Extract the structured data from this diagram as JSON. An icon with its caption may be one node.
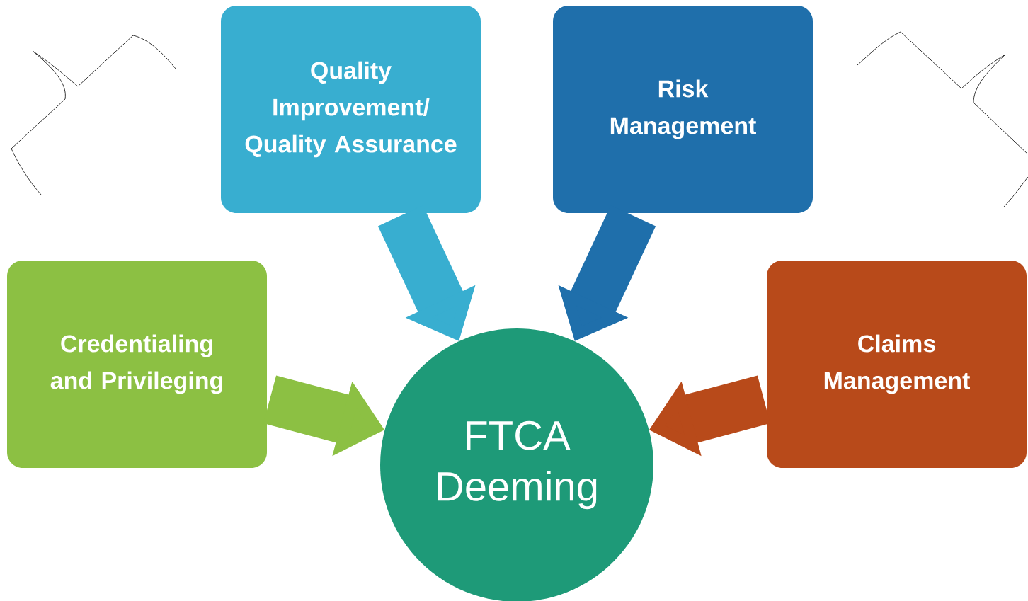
{
  "diagram": {
    "nodes": [
      {
        "text": [
          "Quality Improvement/ Quality Assurance"
        ]
      },
      {
        "text": [
          "Risk Management"
        ]
      },
      {
        "text": [
          "Credentialing and Privileging"
        ]
      },
      {
        "text": [
          "Claims Management"
        ]
      },
      {
        "text": [
          "FTCA Deeming"
        ]
      }
    ],
    "edges": [
      {
        "from": 0,
        "to": 4,
        "arrow": "to",
        "color": "#38aed0"
      },
      {
        "from": 1,
        "to": 4,
        "arrow": "to",
        "color": "#1f6fab"
      },
      {
        "from": 2,
        "to": 4,
        "arrow": "to",
        "color": "#8cc043"
      },
      {
        "from": 3,
        "to": 4,
        "arrow": "to",
        "color": "#b84a1a"
      }
    ]
  }
}
